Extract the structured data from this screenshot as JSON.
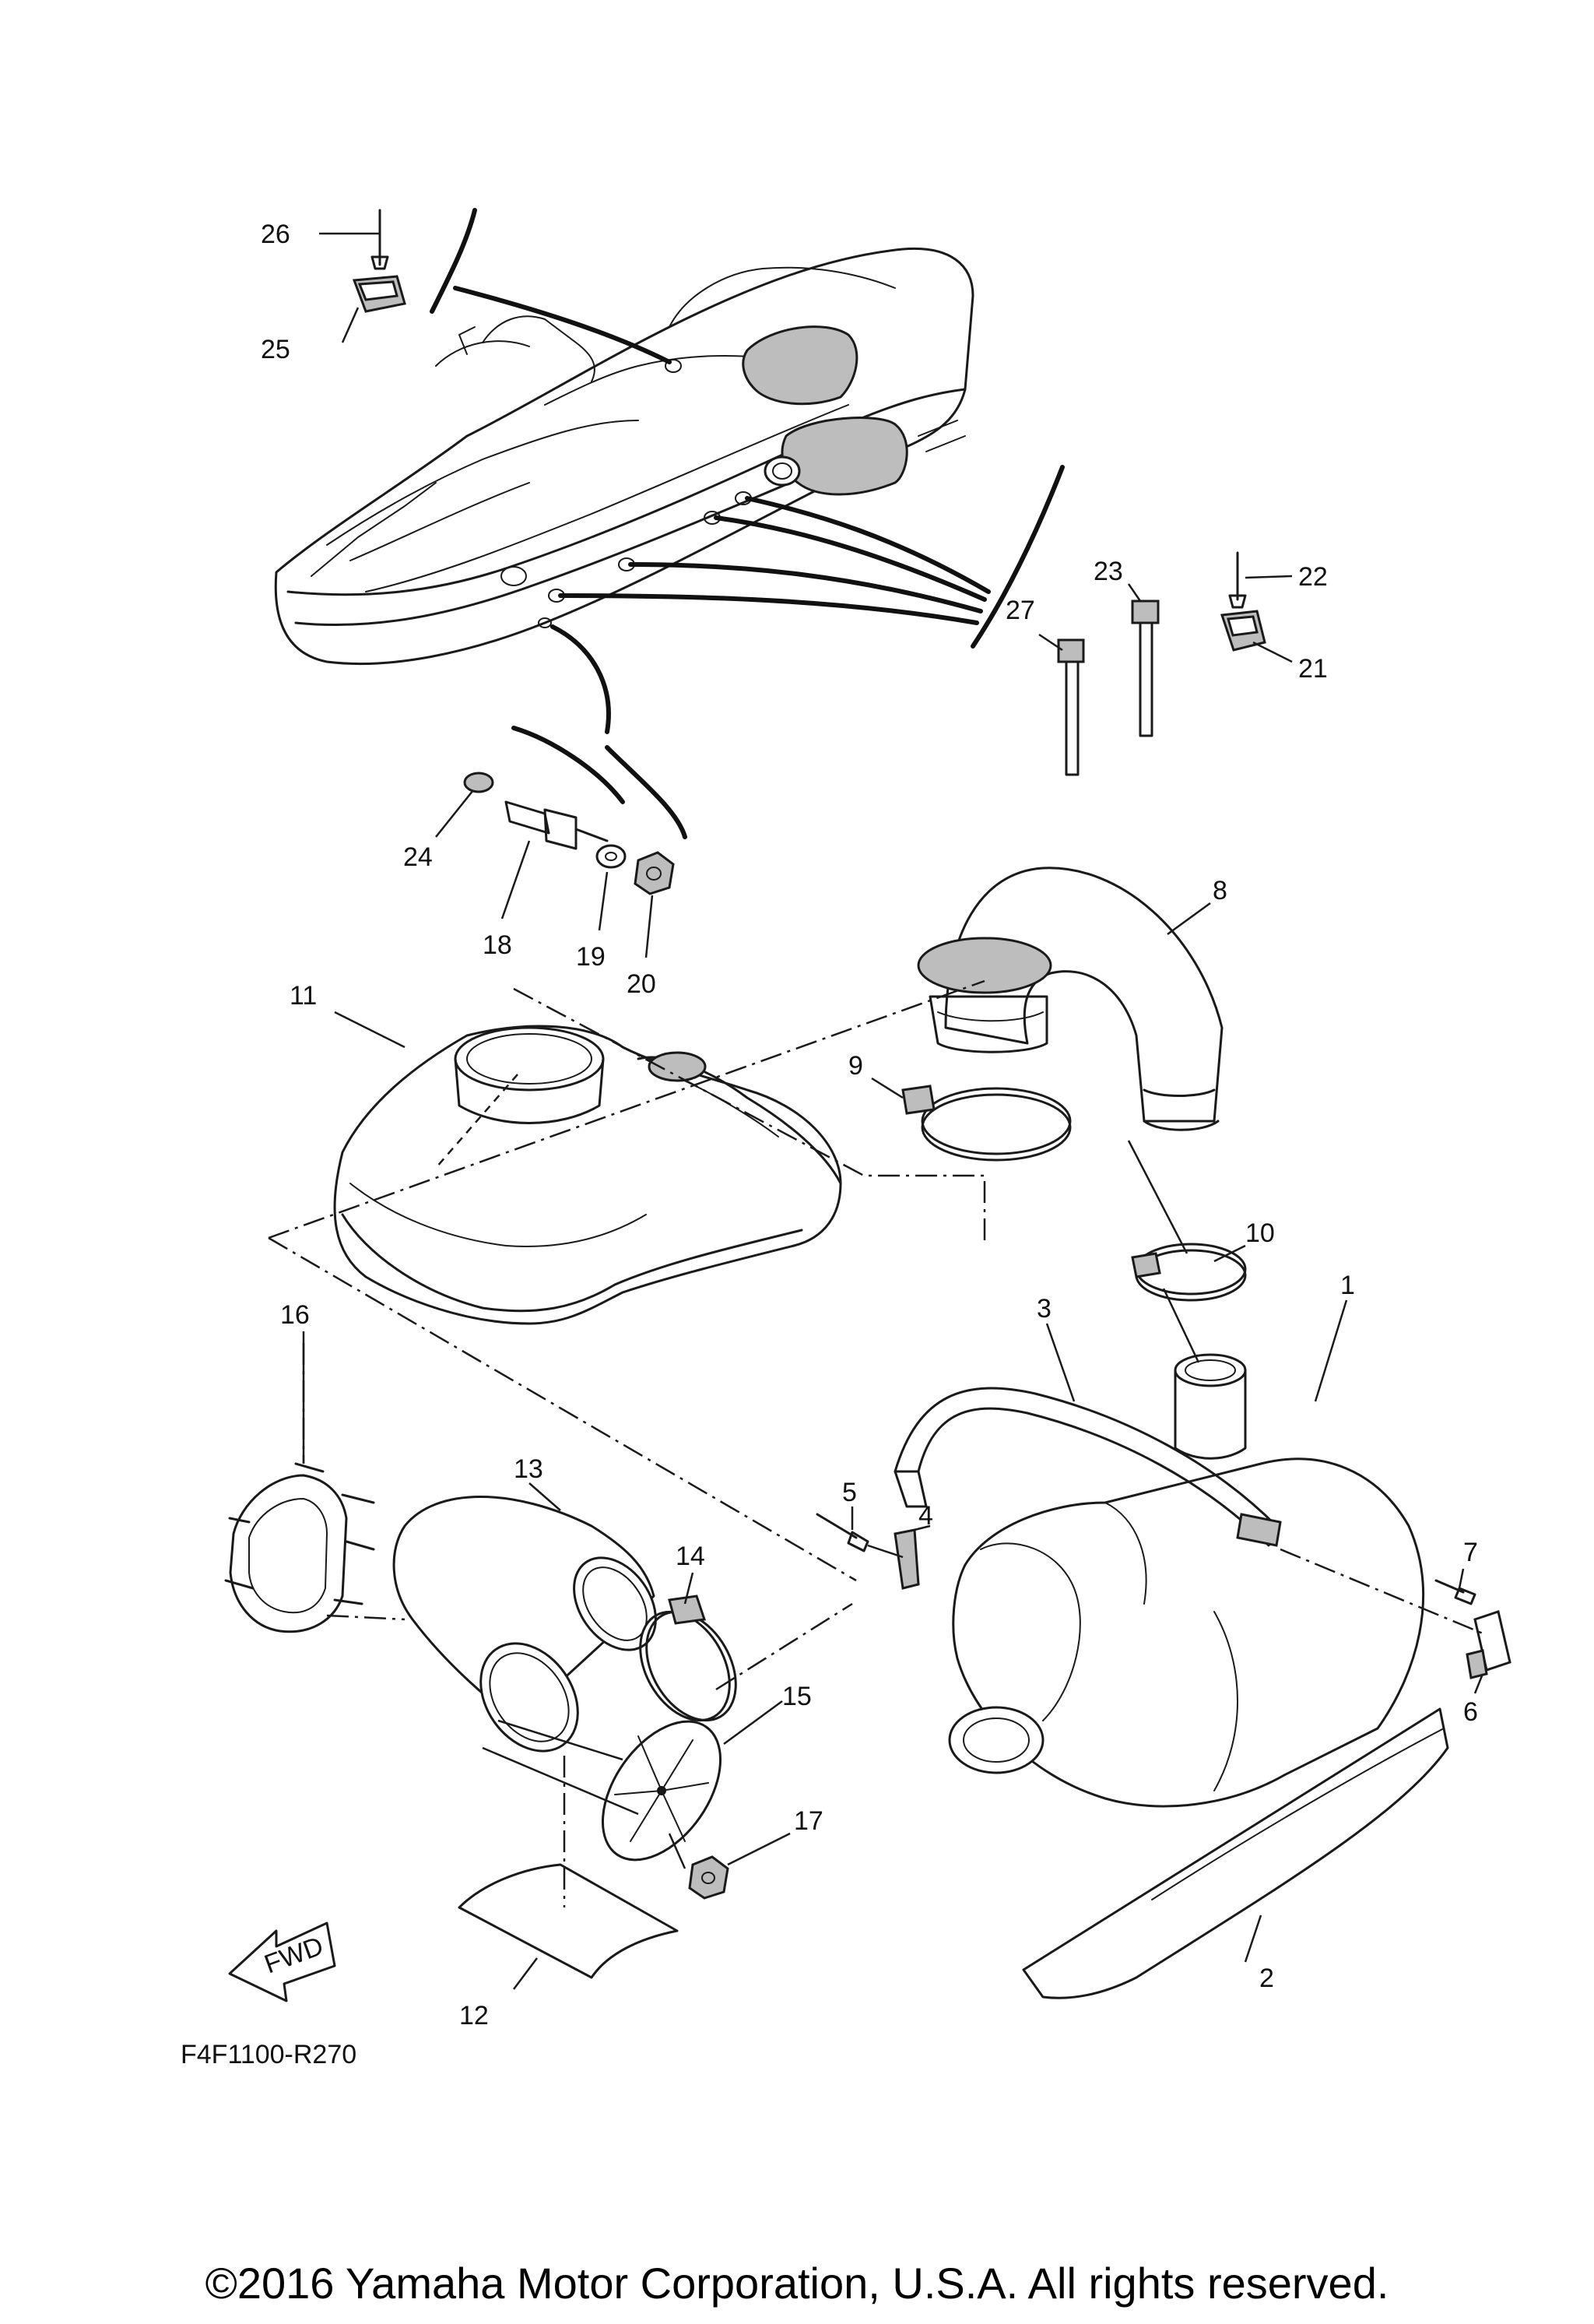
{
  "diagram": {
    "drawing_code": "F4F1100-R270",
    "fwd_label": "FWD",
    "copyright": "©2016 Yamaha Motor Corporation, U.S.A. All rights reserved.",
    "callouts": [
      "1",
      "2",
      "3",
      "4",
      "5",
      "6",
      "7",
      "8",
      "9",
      "10",
      "11",
      "12",
      "13",
      "14",
      "15",
      "16",
      "17",
      "18",
      "19",
      "20",
      "21",
      "22",
      "23",
      "24",
      "25",
      "26",
      "27"
    ]
  }
}
